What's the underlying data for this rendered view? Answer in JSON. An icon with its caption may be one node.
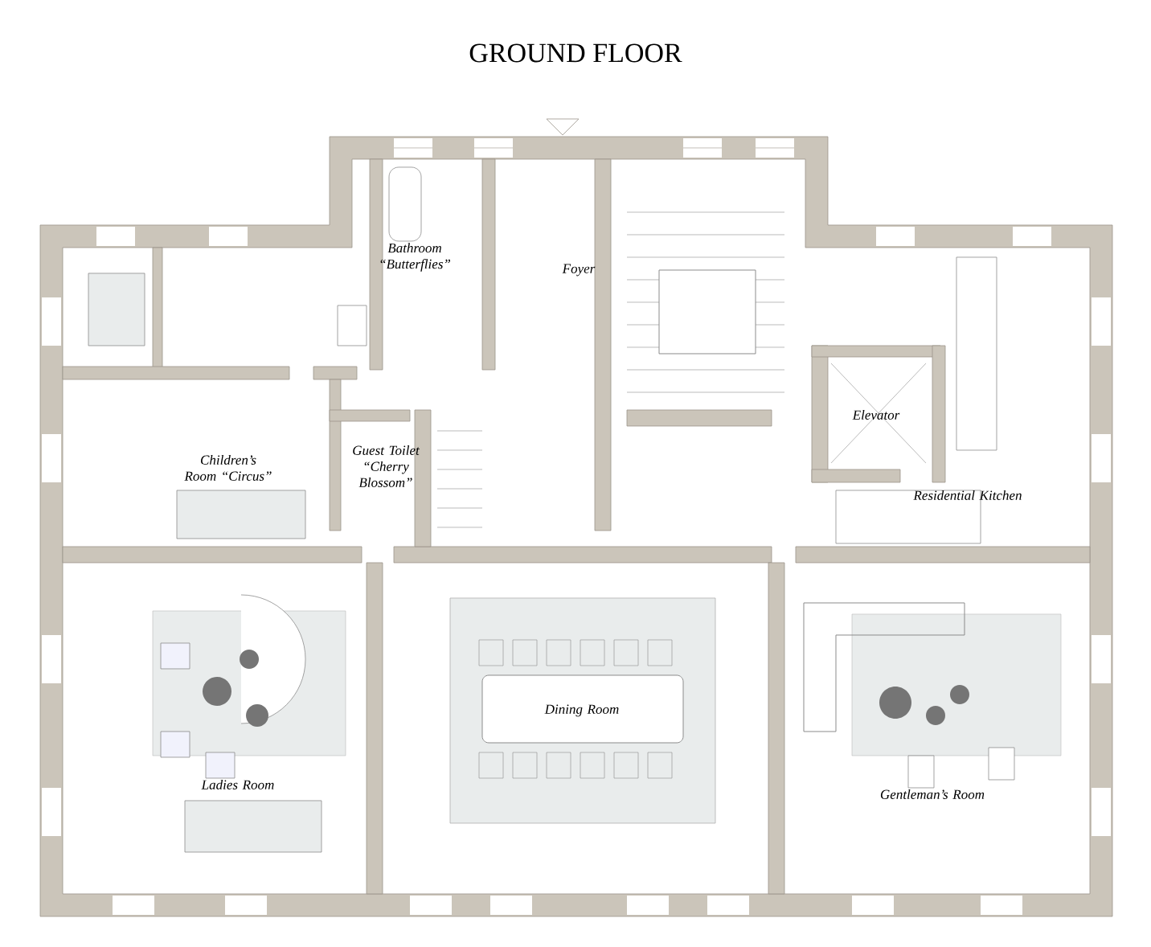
{
  "diagram": {
    "title": "GROUND FLOOR",
    "labels": [
      "Bathroom “Butterflies”",
      "Foyer",
      "Children’s Room “Circus”",
      "Guest Toilet “Cherry Blossom”",
      "Elevator",
      "Residential Kitchen",
      "Dining Room",
      "Ladies Room",
      "Gentleman’s Room"
    ]
  }
}
